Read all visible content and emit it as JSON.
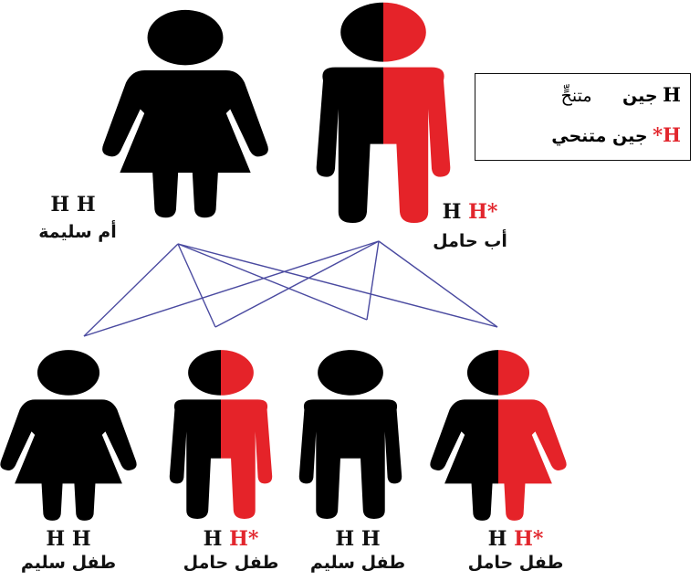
{
  "colors": {
    "affected": "#000000",
    "carrier_half": "#e52329",
    "line": "#4a4aa0"
  },
  "legend": {
    "dominant": {
      "allele": "H",
      "text": "جين",
      "word": "متنحٍّ"
    },
    "recessive": {
      "allele": "H*",
      "text": "جين متنحي"
    }
  },
  "parents": [
    {
      "id": "mother",
      "sex": "female",
      "status": "healthy",
      "genotype": [
        "H",
        "H"
      ],
      "label": "أم سليمة"
    },
    {
      "id": "father",
      "sex": "male",
      "status": "carrier",
      "genotype": [
        "H",
        "H*"
      ],
      "label": "أب حامل"
    }
  ],
  "children": [
    {
      "sex": "female",
      "status": "healthy",
      "genotype": [
        "H",
        "H"
      ],
      "label": "طفل سليم"
    },
    {
      "sex": "male",
      "status": "carrier",
      "genotype": [
        "H",
        "H*"
      ],
      "label": "طفل حامل"
    },
    {
      "sex": "male",
      "status": "healthy",
      "genotype": [
        "H",
        "H"
      ],
      "label": "طفل سليم"
    },
    {
      "sex": "female",
      "status": "carrier",
      "genotype": [
        "H",
        "H*"
      ],
      "label": "طفل حامل"
    }
  ]
}
